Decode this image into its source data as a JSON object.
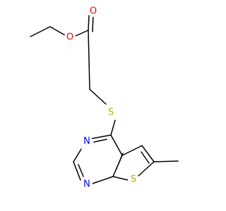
{
  "molecule": {
    "atoms": {
      "O_carbonyl": {
        "symbol": "O",
        "color": "#ff0000"
      },
      "O_ester": {
        "symbol": "O",
        "color": "#ff0000"
      },
      "S_thioether": {
        "symbol": "S",
        "color": "#b2b200"
      },
      "S_ring": {
        "symbol": "S",
        "color": "#b2b200"
      },
      "N_upper": {
        "symbol": "N",
        "color": "#0000ff"
      },
      "N_lower": {
        "symbol": "N",
        "color": "#0000ff"
      }
    },
    "bond_color": "#000000"
  }
}
